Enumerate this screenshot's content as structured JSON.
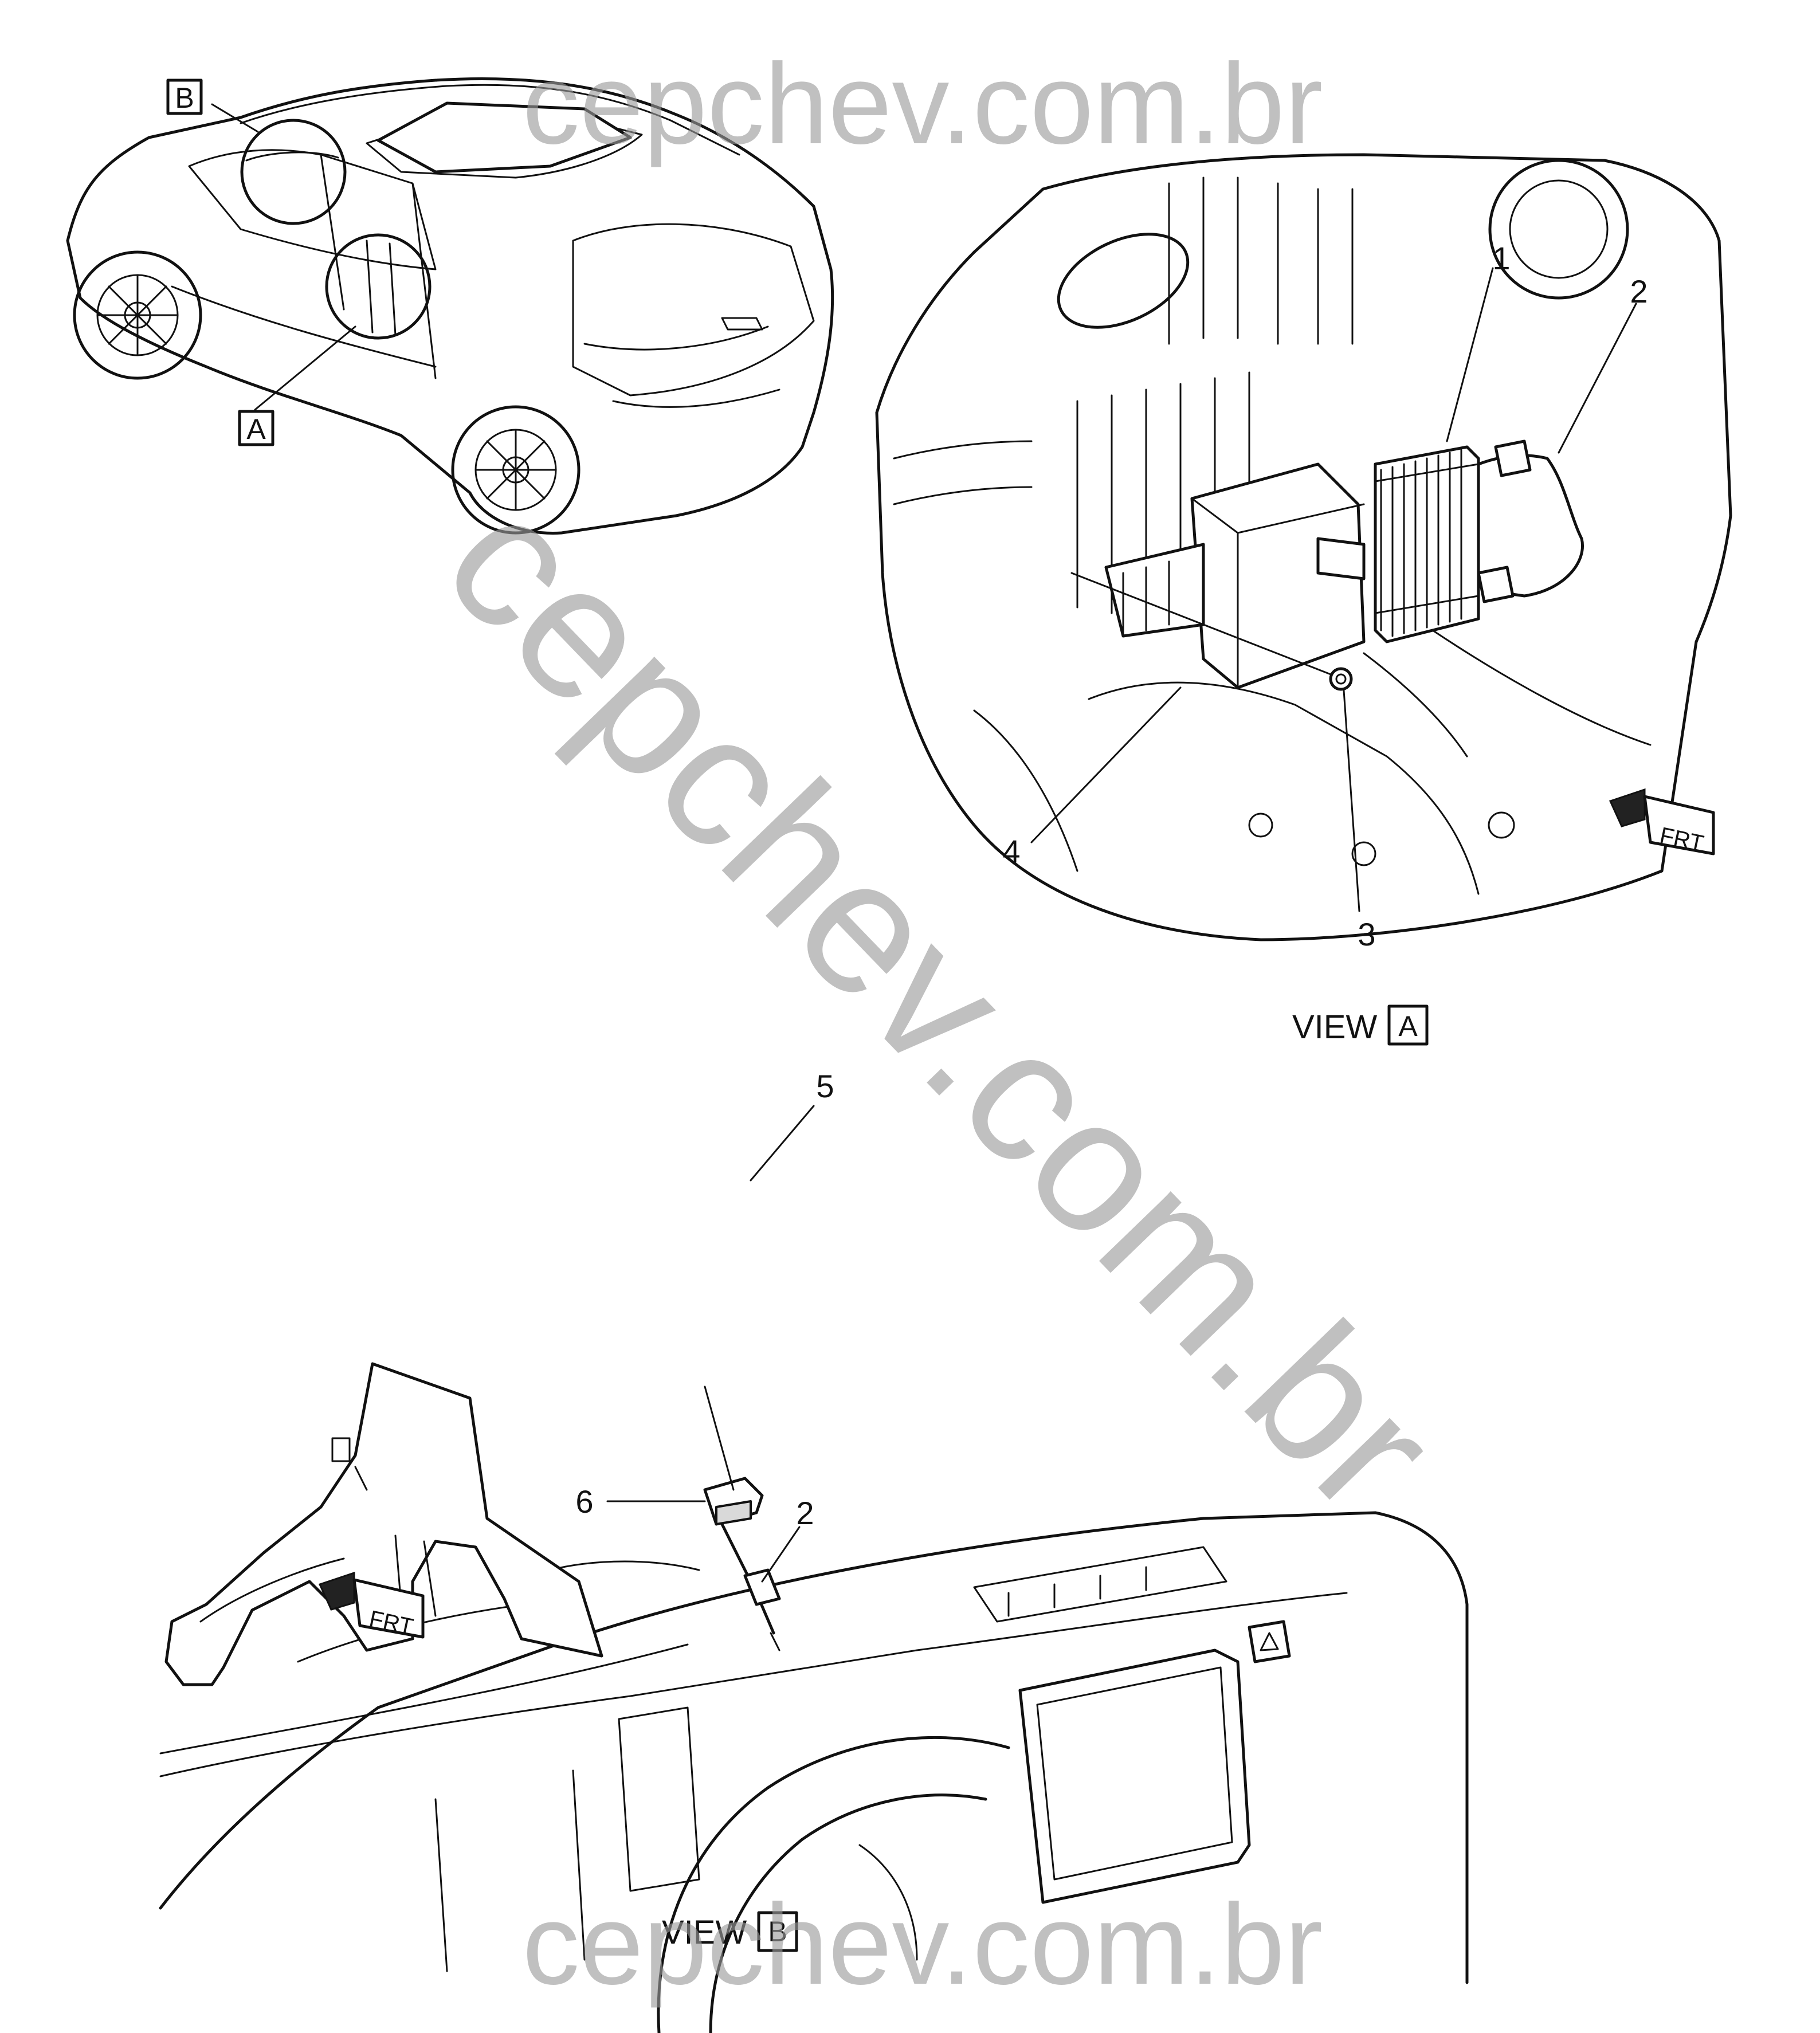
{
  "watermark": {
    "top": "cepchev.com.br",
    "diagonal": "cepchev.com.br",
    "bottom": "cepchev.com.br"
  },
  "view_markers": {
    "a": "A",
    "b": "B"
  },
  "view_labels": {
    "a_prefix": "VIEW",
    "a_box": "A",
    "b_prefix": "VIEW",
    "b_box": "B"
  },
  "callouts": {
    "c1": "1",
    "c2_view_a": "2",
    "c3": "3",
    "c4": "4",
    "c5": "5",
    "c6": "6",
    "c2_view_b": "2"
  },
  "direction_indicator": {
    "label": "FRT"
  },
  "colors": {
    "line": "#111111",
    "watermark": "#9a9a9a",
    "background": "#ffffff"
  }
}
